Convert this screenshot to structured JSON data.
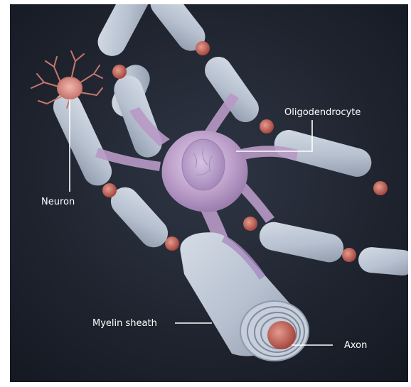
{
  "labels": {
    "oligodendrocyte": "Oligodendrocyte",
    "neuron": "Neuron",
    "myelin_sheath": "Myelin sheath",
    "axon": "Axon"
  },
  "colors": {
    "background": "#1b1f29",
    "myelin": "#b9c3d2",
    "myelin_shadow": "#8f9aab",
    "node_of_ranvier": "#c96a5e",
    "oligodendrocyte": "#b89ac6",
    "neuron": "#d88e86",
    "label_text": "#ffffff"
  }
}
